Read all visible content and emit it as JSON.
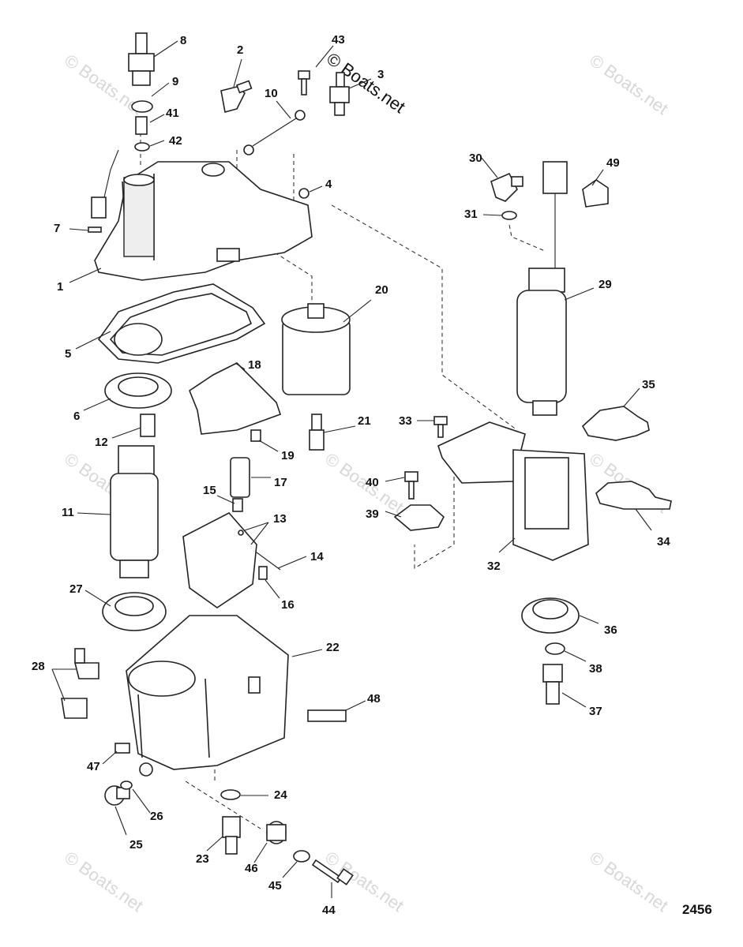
{
  "watermark": {
    "text": "© Boats.net"
  },
  "drawing_number": "2456",
  "callouts": [
    {
      "id": "1",
      "label": "1"
    },
    {
      "id": "2",
      "label": "2"
    },
    {
      "id": "3",
      "label": "3"
    },
    {
      "id": "4",
      "label": "4"
    },
    {
      "id": "5",
      "label": "5"
    },
    {
      "id": "6",
      "label": "6"
    },
    {
      "id": "7",
      "label": "7"
    },
    {
      "id": "8",
      "label": "8"
    },
    {
      "id": "9",
      "label": "9"
    },
    {
      "id": "10",
      "label": "10"
    },
    {
      "id": "11",
      "label": "11"
    },
    {
      "id": "12",
      "label": "12"
    },
    {
      "id": "13",
      "label": "13"
    },
    {
      "id": "14",
      "label": "14"
    },
    {
      "id": "15",
      "label": "15"
    },
    {
      "id": "16",
      "label": "16"
    },
    {
      "id": "17",
      "label": "17"
    },
    {
      "id": "18",
      "label": "18"
    },
    {
      "id": "19",
      "label": "19"
    },
    {
      "id": "20",
      "label": "20"
    },
    {
      "id": "21",
      "label": "21"
    },
    {
      "id": "22",
      "label": "22"
    },
    {
      "id": "23",
      "label": "23"
    },
    {
      "id": "24",
      "label": "24"
    },
    {
      "id": "25",
      "label": "25"
    },
    {
      "id": "26",
      "label": "26"
    },
    {
      "id": "27",
      "label": "27"
    },
    {
      "id": "28",
      "label": "28"
    },
    {
      "id": "29",
      "label": "29"
    },
    {
      "id": "30",
      "label": "30"
    },
    {
      "id": "31",
      "label": "31"
    },
    {
      "id": "32",
      "label": "32"
    },
    {
      "id": "33",
      "label": "33"
    },
    {
      "id": "34",
      "label": "34"
    },
    {
      "id": "35",
      "label": "35"
    },
    {
      "id": "36",
      "label": "36"
    },
    {
      "id": "37",
      "label": "37"
    },
    {
      "id": "38",
      "label": "38"
    },
    {
      "id": "39",
      "label": "39"
    },
    {
      "id": "40",
      "label": "40"
    },
    {
      "id": "41",
      "label": "41"
    },
    {
      "id": "42",
      "label": "42"
    },
    {
      "id": "43",
      "label": "43"
    },
    {
      "id": "44",
      "label": "44"
    },
    {
      "id": "45",
      "label": "45"
    },
    {
      "id": "46",
      "label": "46"
    },
    {
      "id": "47",
      "label": "47"
    },
    {
      "id": "48",
      "label": "48"
    },
    {
      "id": "49",
      "label": "49"
    }
  ]
}
